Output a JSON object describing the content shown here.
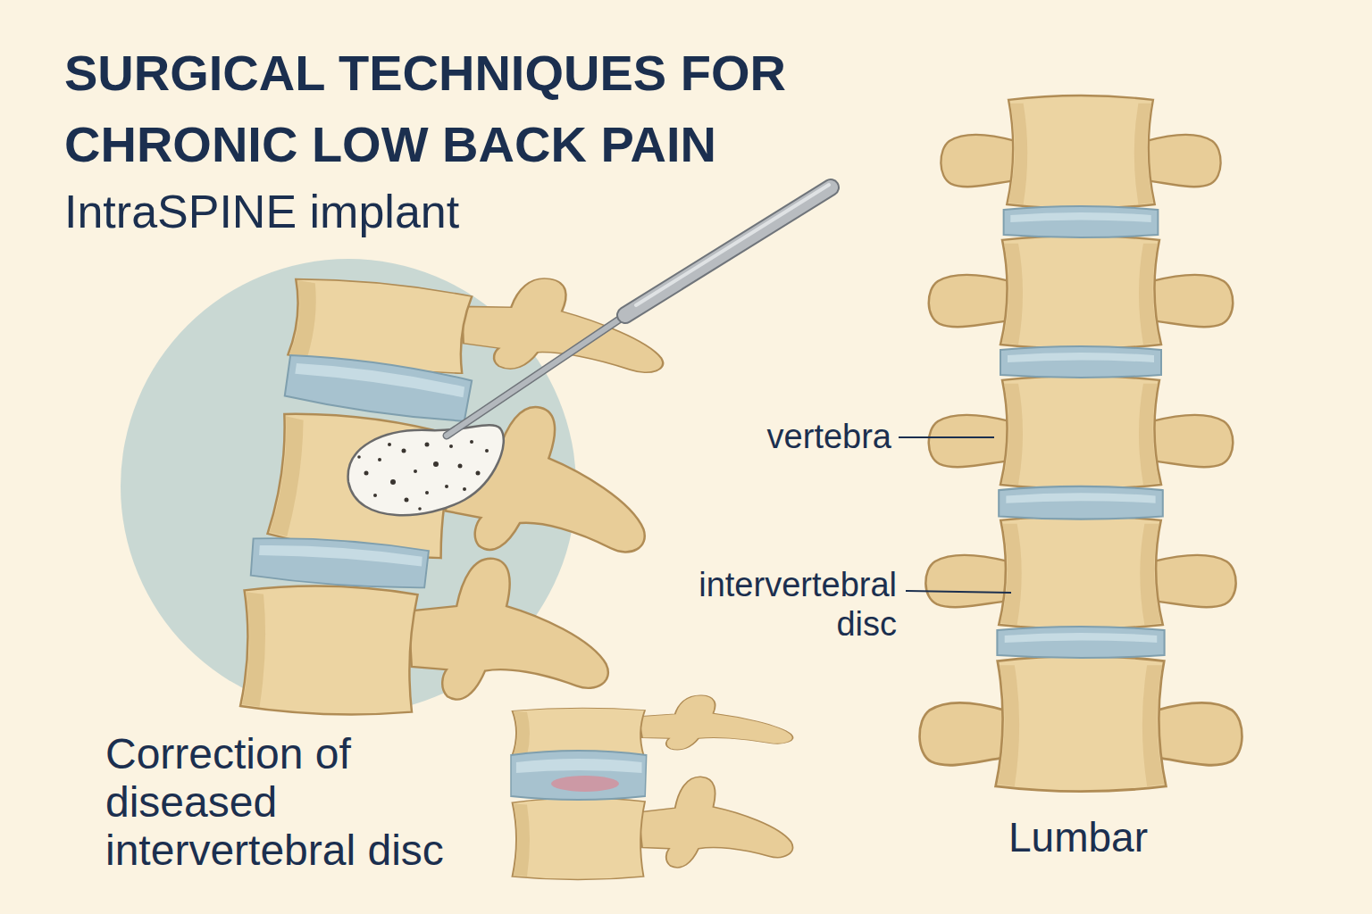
{
  "diagram": {
    "title": "SURGICAL TECHNIQUES FOR CHRONIC LOW BACK PAIN",
    "labels": [
      "IntraSPINE implant",
      "vertebra",
      "intervertebral disc",
      "Correction of diseased intervertebral disc",
      "Lumbar"
    ]
  }
}
